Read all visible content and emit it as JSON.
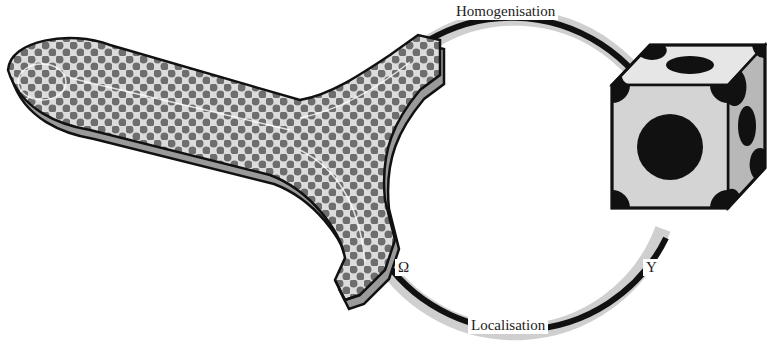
{
  "diagram": {
    "labels": [
      "Homogenisation",
      "Ω",
      "Y",
      "Localisation"
    ]
  }
}
